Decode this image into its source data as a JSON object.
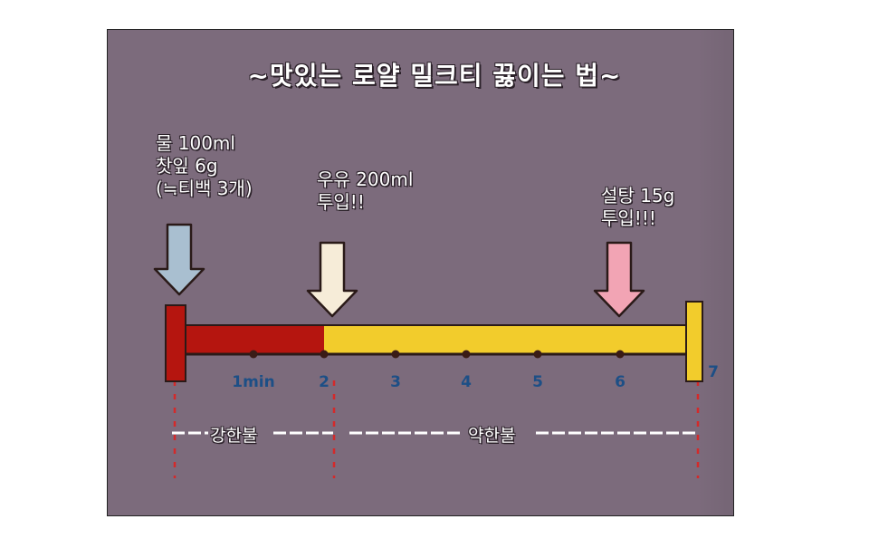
{
  "title": "~맛있는 로얄 밀크티 끓이는 법~",
  "notes": {
    "start": [
      "물 100ml",
      "찻잎 6g",
      "(≒티백 3개)"
    ],
    "milk": [
      "우유 200ml",
      "투입!!"
    ],
    "sugar": [
      "설탕 15g",
      "투입!!!"
    ]
  },
  "timeline": {
    "ticks": [
      "1min",
      "2",
      "3",
      "4",
      "5",
      "6",
      "7"
    ],
    "phases": [
      {
        "label": "강한불",
        "from": 0,
        "to": 2,
        "color": "#b5150f"
      },
      {
        "label": "약한불",
        "from": 2,
        "to": 7,
        "color": "#f2cc2c"
      }
    ],
    "events": [
      {
        "time": 0,
        "arrow_color": "#a9bfd0"
      },
      {
        "time": 2,
        "arrow_color": "#f6ecd8"
      },
      {
        "time": 6,
        "arrow_color": "#f2a4b4"
      }
    ]
  }
}
